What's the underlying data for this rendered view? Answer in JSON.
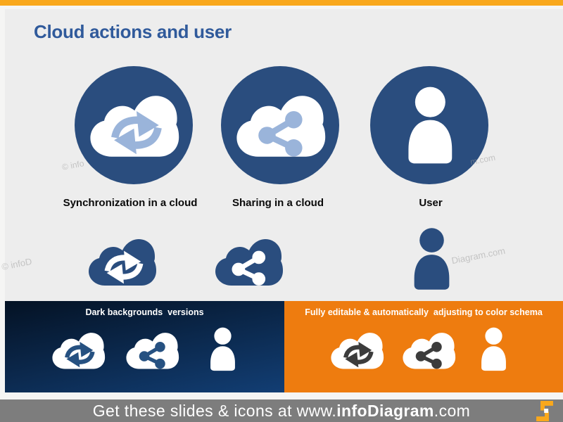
{
  "colors": {
    "top_bar": "#F9A81C",
    "accent_orange": "#EE7C0F",
    "brand_navy": "#2A4D7E",
    "light_blue": "#9AB4DA",
    "glyph_dark": "#3C3C3C",
    "panel_grad_top": "#041224",
    "panel_grad_bottom": "#123E74",
    "footer_gray": "#7D7D7D",
    "slide_bg": "#EDEDED",
    "title_blue": "#305A9B"
  },
  "slide": {
    "title": "Cloud actions and user",
    "items": [
      {
        "label": "Synchronization in a cloud",
        "icon": "cloud-sync"
      },
      {
        "label": "Sharing in a cloud",
        "icon": "cloud-share"
      },
      {
        "label": "User",
        "icon": "user"
      }
    ],
    "panels": {
      "dark": {
        "title": "Dark backgrounds  versions"
      },
      "editable": {
        "title": "Fully editable & automatically  adjusting to color schema"
      }
    },
    "watermarks": [
      "© info",
      "m.com",
      "© infoD",
      "Diagram.com"
    ]
  },
  "footer": {
    "prefix": "Get these slides & icons at www.",
    "brand": "infoDiagram",
    "suffix": ".com"
  }
}
